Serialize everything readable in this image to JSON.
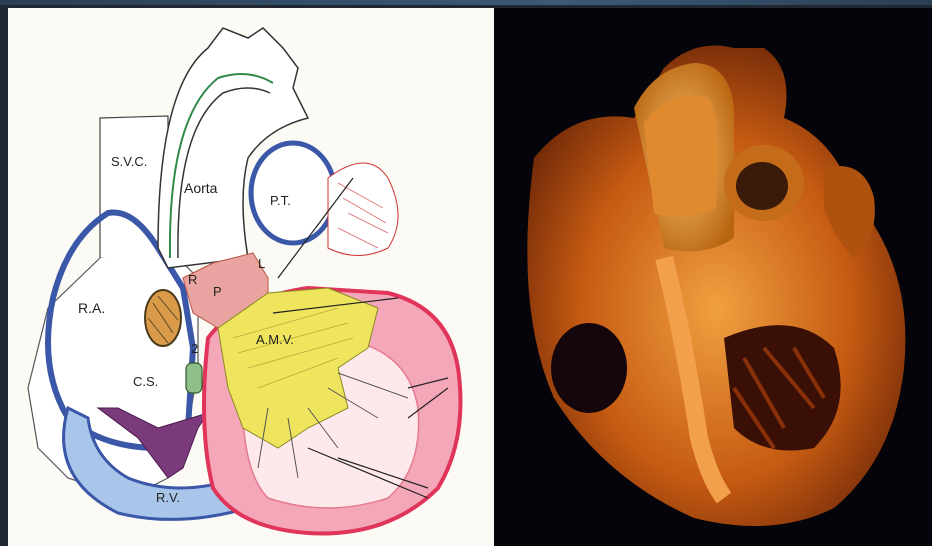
{
  "diagram": {
    "labels": {
      "svc": "S.V.C.",
      "aorta": "Aorta",
      "pt": "P.T.",
      "ra": "R.A.",
      "r": "R",
      "p": "P",
      "l": "L",
      "amv": "A.M.V.",
      "two": "2",
      "cs": "C.S.",
      "rv": "R.V."
    }
  },
  "photo": {
    "subject": "heart-cross-section-specimen"
  },
  "colors": {
    "background": "#202733",
    "right_atrium_outline": "#3a57a8",
    "left_ventricle": "#f07d9a",
    "mitral_valve": "#e8e25c",
    "specimen_orange": "#d9701a"
  }
}
